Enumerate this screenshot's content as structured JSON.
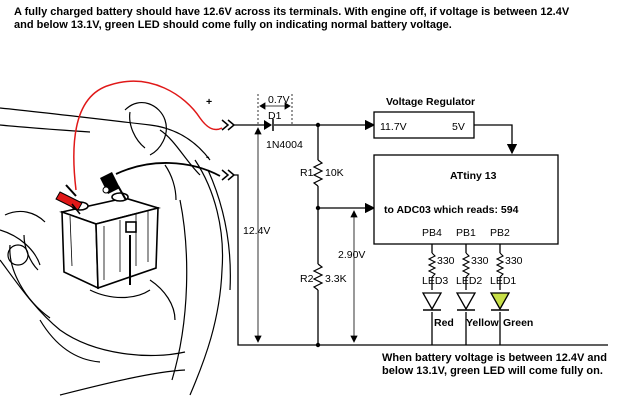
{
  "caption_top": "A fully charged battery should have 12.6V across its terminals. With engine off, if voltage is between 12.4V and below 13.1V, green LED should come fully on  indicating normal battery voltage.",
  "caption_bottom": "When battery voltage is between 12.4V and below 13.1V, green LED will come fully on.",
  "terminals": {
    "positive": "+",
    "negative": "-"
  },
  "diode": {
    "label": "D1",
    "part": "1N4004",
    "drop": "0.7V"
  },
  "regulator": {
    "title": "Voltage Regulator",
    "input": "11.7V",
    "output": "5V"
  },
  "resistors": {
    "r1": "R1",
    "r1_value": "10K",
    "r2": "R2",
    "r2_value": "3.3K"
  },
  "measurements": {
    "battery": "12.4V",
    "divider": "2.90V"
  },
  "mcu": {
    "name": "ATtiny 13",
    "adc_text": "to ADC03  which reads:  594"
  },
  "pins": [
    {
      "pin": "PB4",
      "resistor": "330",
      "led": "LED3",
      "color_label": "Red"
    },
    {
      "pin": "PB1",
      "resistor": "330",
      "led": "LED2",
      "color_label": "Yellow"
    },
    {
      "pin": "PB2",
      "resistor": "330",
      "led": "LED1",
      "color_label": "Green"
    }
  ],
  "colors": {
    "wire": "#000000",
    "positive_cable": "#e01818",
    "green_led": "#c8e048"
  }
}
